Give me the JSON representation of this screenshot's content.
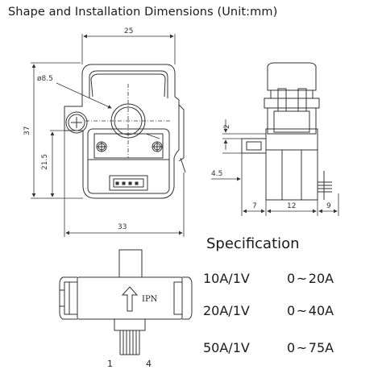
{
  "title": "Shape and Installation Dimensions  (Unit:mm)",
  "dimensions": {
    "width_top": "25",
    "hole_diameter": "ø8.5",
    "height_total": "37",
    "height_lower": "21.5",
    "width_bottom": "33",
    "side_small": "2",
    "side_offset": "4.5",
    "side_w1": "7",
    "side_w2": "12",
    "side_w3": "9"
  },
  "bottom_view": {
    "label": "IPN",
    "pin_first": "1",
    "pin_last": "4"
  },
  "specification": {
    "heading": "Specification",
    "rows": [
      {
        "rating": "10A/1V",
        "range": "0 ~ 20A"
      },
      {
        "rating": "20A/1V",
        "range": "0 ~ 40A"
      },
      {
        "rating": "50A/1V",
        "range": "0 ~ 75A"
      }
    ]
  }
}
